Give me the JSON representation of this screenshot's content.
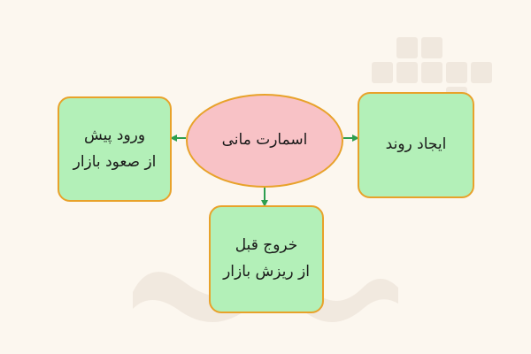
{
  "diagram": {
    "center": {
      "label": "اسمارت مانی"
    },
    "left": {
      "label": "ورود پیش\nاز صعود بازار"
    },
    "right": {
      "label": "ایجاد روند"
    },
    "bottom": {
      "label": "خروج قبل\nاز ریزش بازار"
    }
  },
  "colors": {
    "background": "#fcf7ef",
    "box_fill": "#b3f0b8",
    "ellipse_fill": "#f8c2c6",
    "border": "#e8a22a",
    "arrow": "#2e9e4f"
  }
}
